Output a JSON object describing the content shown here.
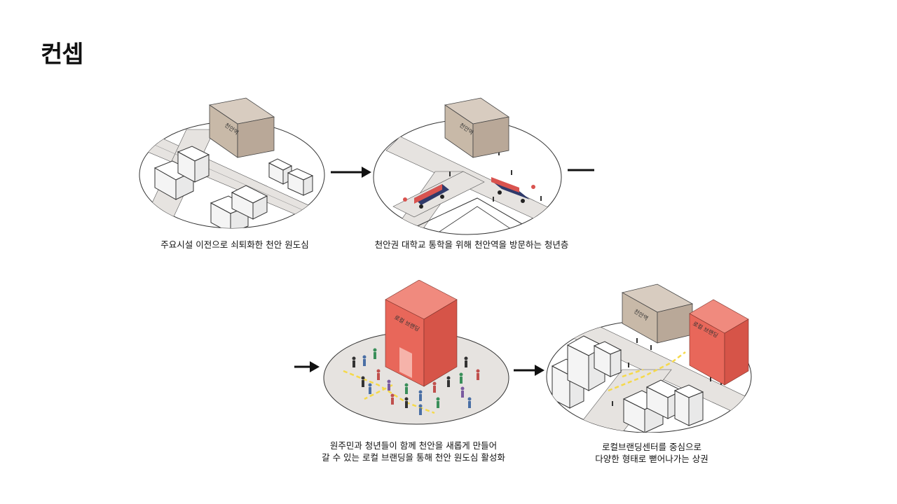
{
  "title": "컨셉",
  "stages": [
    {
      "building_label": "천안역",
      "caption_lines": [
        "주요시설 이전으로 쇠퇴화한 천안 원도심"
      ]
    },
    {
      "building_label": "천안역",
      "caption_lines": [
        "천안권 대학교 통학을 위해 천안역을 방문하는 청년층"
      ]
    },
    {
      "building_label": "로컬 브랜딩",
      "caption_lines": [
        "원주민과 청년들이 함께 천안을 새롭게 만들어",
        "갈 수 있는 로컬 브랜딩을 통해 천안 원도심 활성화"
      ]
    },
    {
      "building_label": "천안역",
      "building_label_2": "로컬 브랜딩",
      "caption_lines": [
        "로컬브랜딩센터를 중심으로",
        "다양한 형태로 뻗어나가는 상권"
      ]
    }
  ],
  "colors": {
    "station": "#c8b9a8",
    "branding": "#e8675a",
    "ground": "#e6e3e0",
    "path": "#f5d94a",
    "bus": "#2f3a6b"
  }
}
